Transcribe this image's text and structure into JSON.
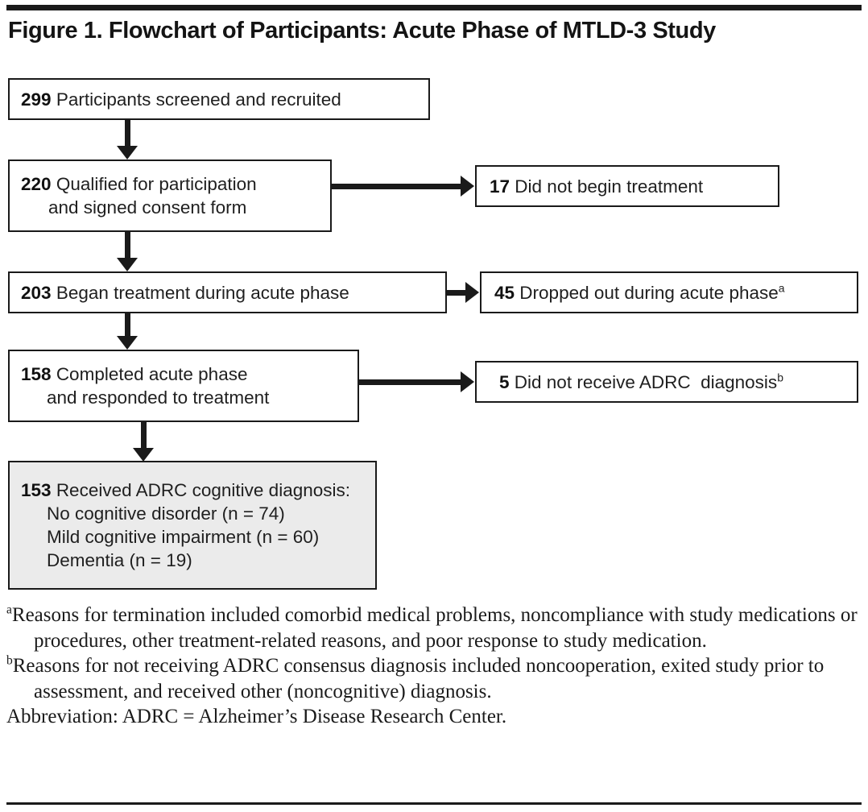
{
  "figure": {
    "title": "Figure 1. Flowchart of Participants: Acute Phase of MTLD-3 Study"
  },
  "flow": {
    "nodes": [
      {
        "id": "screened",
        "count": "299",
        "lines": [
          "Participants screened and recruited"
        ]
      },
      {
        "id": "qualified",
        "count": "220",
        "lines": [
          "Qualified for participation",
          "and signed consent form"
        ]
      },
      {
        "id": "began",
        "count": "203",
        "lines": [
          "Began treatment during acute phase"
        ]
      },
      {
        "id": "completed",
        "count": "158",
        "lines": [
          "Completed acute phase",
          "and responded to treatment"
        ]
      },
      {
        "id": "received",
        "count": "153",
        "lines": [
          "Received ADRC cognitive diagnosis:",
          "No cognitive disorder (n = 74)",
          "Mild cognitive impairment (n = 60)",
          "Dementia (n = 19)"
        ],
        "shaded": true,
        "shade_color": "#ebebeb"
      }
    ],
    "exclusions": [
      {
        "id": "no-begin",
        "count": "17",
        "text": "Did not begin treatment",
        "footnote": ""
      },
      {
        "id": "dropped-out",
        "count": "45",
        "text": "Dropped out during acute phase",
        "footnote": "a"
      },
      {
        "id": "no-diagnosis",
        "count": "5",
        "text": "Did not receive ADRC  diagnosis",
        "footnote": "b"
      }
    ]
  },
  "footnotes": [
    {
      "marker": "a",
      "text": "Reasons for termination included comorbid medical problems, noncompliance with study medications or procedures, other treatment-related reasons, and poor response to study medication."
    },
    {
      "marker": "b",
      "text": "Reasons for not receiving ADRC consensus diagnosis included noncooperation, exited study prior to assessment, and received other (noncognitive) diagnosis."
    }
  ],
  "abbreviation": "Abbreviation: ADRC = Alzheimer’s Disease Research Center.",
  "colors": {
    "ink": "#1a1a1a",
    "shade": "#ebebeb",
    "page": "#ffffff"
  }
}
